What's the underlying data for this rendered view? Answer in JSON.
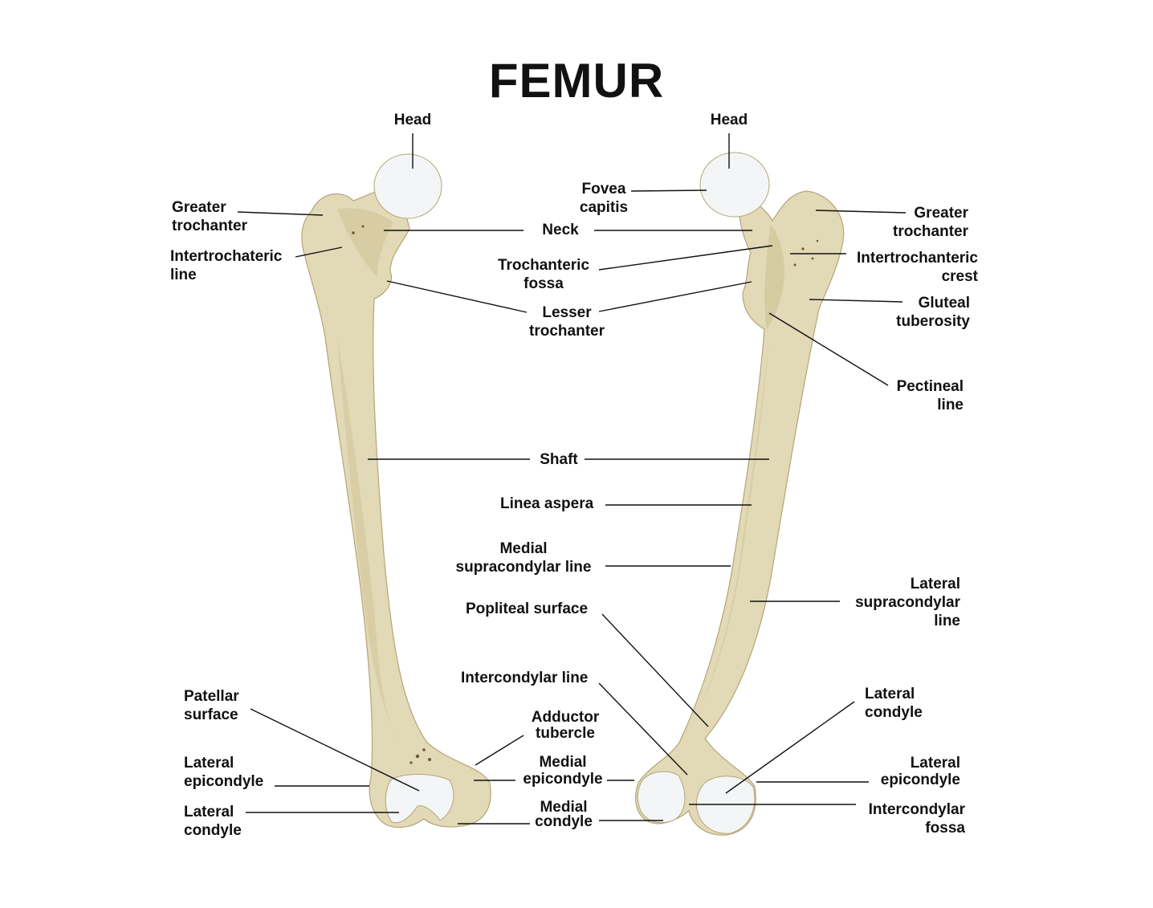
{
  "title": "FEMUR",
  "colors": {
    "bone": "#e2d9b6",
    "bone_shade": "#cbbf8f",
    "bone_outline": "#b3a57a",
    "cartilage": "#f4f5f6",
    "text": "#111111"
  },
  "labels": {
    "head_left": "Head",
    "head_right": "Head",
    "greater_trochanter_left": [
      "Greater",
      "trochanter"
    ],
    "intertrochanteric_line": [
      "Intertrochateric",
      "line"
    ],
    "fovea_capitis": [
      "Fovea",
      "capitis"
    ],
    "neck": "Neck",
    "trochanteric_fossa": [
      "Trochanteric",
      "fossa"
    ],
    "lesser_trochanter": [
      "Lesser",
      "trochanter"
    ],
    "greater_trochanter_right": [
      "Greater",
      "trochanter"
    ],
    "intertrochanteric_crest": [
      "Intertrochanteric",
      "crest"
    ],
    "gluteal_tuberosity": [
      "Gluteal",
      "tuberosity"
    ],
    "pectineal_line": [
      "Pectineal",
      "line"
    ],
    "shaft": "Shaft",
    "linea_aspera": "Linea aspera",
    "medial_supracondylar_line": [
      "Medial",
      "supracondylar line"
    ],
    "lateral_supracondylar_line": [
      "Lateral",
      "supracondylar",
      "line"
    ],
    "popliteal_surface": "Popliteal surface",
    "intercondylar_line": "Intercondylar line",
    "adductor_tubercle": [
      "Adductor",
      "tubercle"
    ],
    "patellar_surface": [
      "Patellar",
      "surface"
    ],
    "lateral_epicondyle_left": [
      "Lateral",
      "epicondyle"
    ],
    "lateral_condyle_left": [
      "Lateral",
      "condyle"
    ],
    "medial_epicondyle": [
      "Medial",
      "epicondyle"
    ],
    "medial_condyle": [
      "Medial",
      "condyle"
    ],
    "lateral_condyle_right": [
      "Lateral",
      "condyle"
    ],
    "lateral_epicondyle_right": [
      "Lateral",
      "epicondyle"
    ],
    "intercondylar_fossa": [
      "Intercondylar",
      "fossa"
    ]
  }
}
